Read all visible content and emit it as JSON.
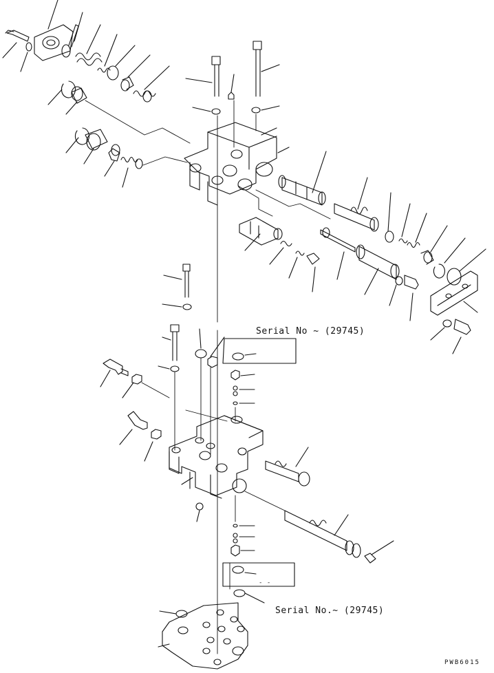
{
  "labels": {
    "serial_top": "Serial No ~ (29745)",
    "serial_bottom": "Serial No.~ (29745)",
    "note_dash": "- -",
    "drawing_code": "PWB6015"
  },
  "colors": {
    "ink": "#111111",
    "paper": "#ffffff"
  }
}
